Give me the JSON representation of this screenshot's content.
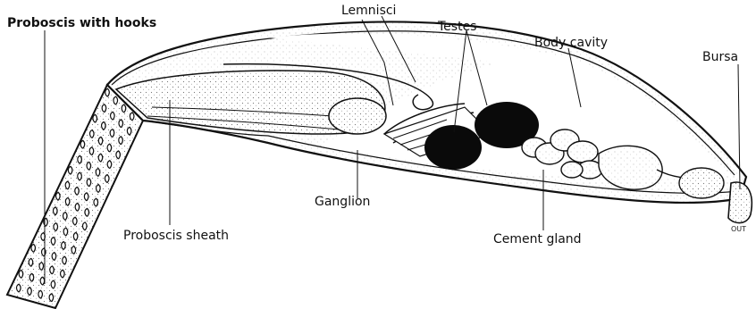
{
  "diagram": {
    "labels": {
      "proboscis_with_hooks": "Proboscis with hooks",
      "lemnisci": "Lemnisci",
      "testes": "Testes",
      "body_cavity": "Body cavity",
      "bursa": "Bursa",
      "ganglion": "Ganglion",
      "proboscis_sheath": "Proboscis sheath",
      "cement_gland": "Cement gland",
      "out": "OUT"
    },
    "colors": {
      "ink": "#111111",
      "stipple": "#eaeaea",
      "testis_fill": "#0a0a0a",
      "background": "#ffffff"
    }
  }
}
